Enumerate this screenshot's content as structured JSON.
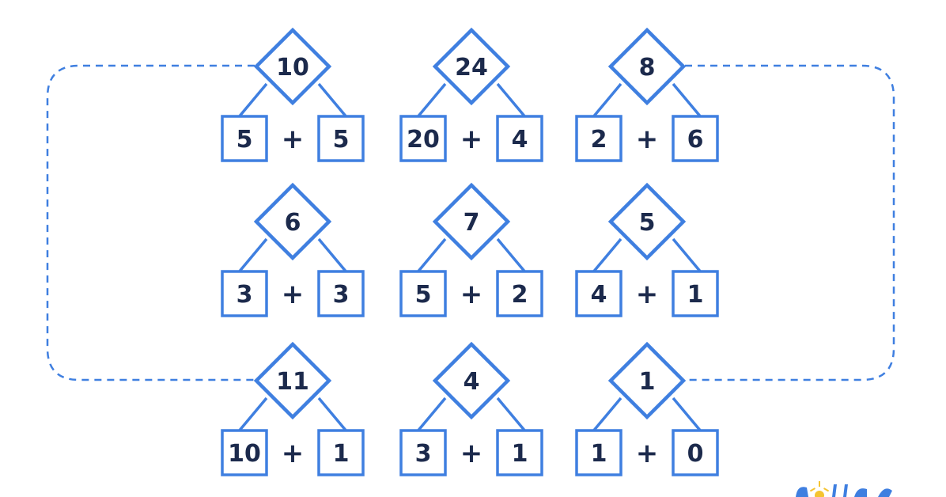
{
  "colors": {
    "accent": "#3f7fe0",
    "text": "#1c2a4c",
    "background": "#ffffff",
    "logo_sun": "#f5c431"
  },
  "operator": "+",
  "bonds": [
    {
      "whole": "10",
      "left": "5",
      "right": "5"
    },
    {
      "whole": "24",
      "left": "20",
      "right": "4"
    },
    {
      "whole": "8",
      "left": "2",
      "right": "6"
    },
    {
      "whole": "6",
      "left": "3",
      "right": "3"
    },
    {
      "whole": "7",
      "left": "5",
      "right": "2"
    },
    {
      "whole": "5",
      "left": "4",
      "right": "1"
    },
    {
      "whole": "11",
      "left": "10",
      "right": "1"
    },
    {
      "whole": "4",
      "left": "3",
      "right": "1"
    },
    {
      "whole": "1",
      "left": "1",
      "right": "0"
    }
  ],
  "logo": {
    "icon": "sun-logo-icon"
  }
}
